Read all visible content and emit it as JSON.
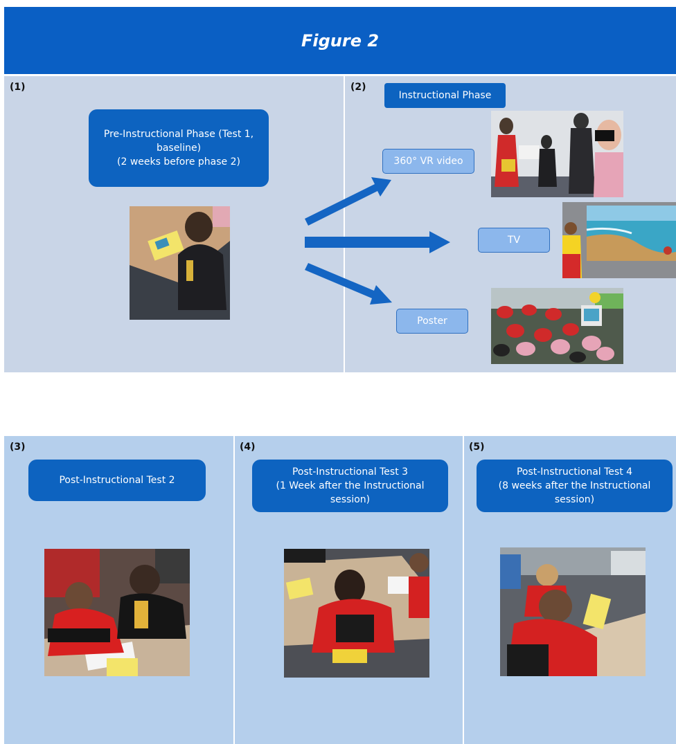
{
  "figure_title": "Figure 2",
  "panels": {
    "p1": {
      "number": "(1)",
      "title": "Pre-Instructional Phase (Test 1, baseline)\n(2 weeks before phase 2)"
    },
    "p2": {
      "number": "(2)",
      "title": "Instructional Phase",
      "branches": {
        "vr": "360° VR video",
        "tv": "TV",
        "poster": "Poster"
      }
    },
    "p3": {
      "number": "(3)",
      "title": "Post-Instructional Test 2"
    },
    "p4": {
      "number": "(4)",
      "title": "Post-Instructional Test 3\n(1 Week after the Instructional session)"
    },
    "p5": {
      "number": "(5)",
      "title": "Post-Instructional Test 4\n(8 weeks after the Instructional session)"
    }
  },
  "colors": {
    "banner": "#0a5fc4",
    "box": "#0d63c0",
    "light_box": "#8cb7ec",
    "panel_top": "#c9d5e7",
    "panel_bottom": "#b5cfec",
    "arrow": "#1465c3"
  }
}
